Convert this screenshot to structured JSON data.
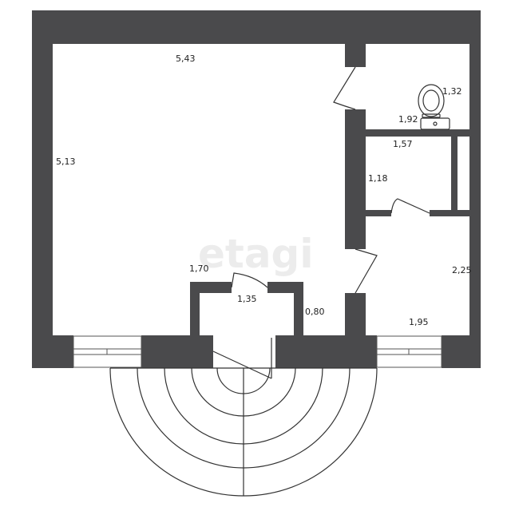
{
  "watermark": "etagi",
  "colors": {
    "wall": "#4a4a4c",
    "background": "#ffffff",
    "line": "#333333"
  },
  "dimensions": {
    "main_room_width": "5,43",
    "main_room_height": "5,13",
    "wc_width": "1,92",
    "wc_depth": "1,32",
    "corridor_width": "1,57",
    "corridor_depth": "1,18",
    "side_room_depth": "2,25",
    "side_room_width": "1,95",
    "vestibule_outer": "1,70",
    "vestibule_inner": "1,35",
    "vestibule_depth": "0,80"
  },
  "icons": {
    "toilet": "toilet-icon",
    "sink": "sink-icon",
    "steps": "entrance-steps-icon"
  }
}
